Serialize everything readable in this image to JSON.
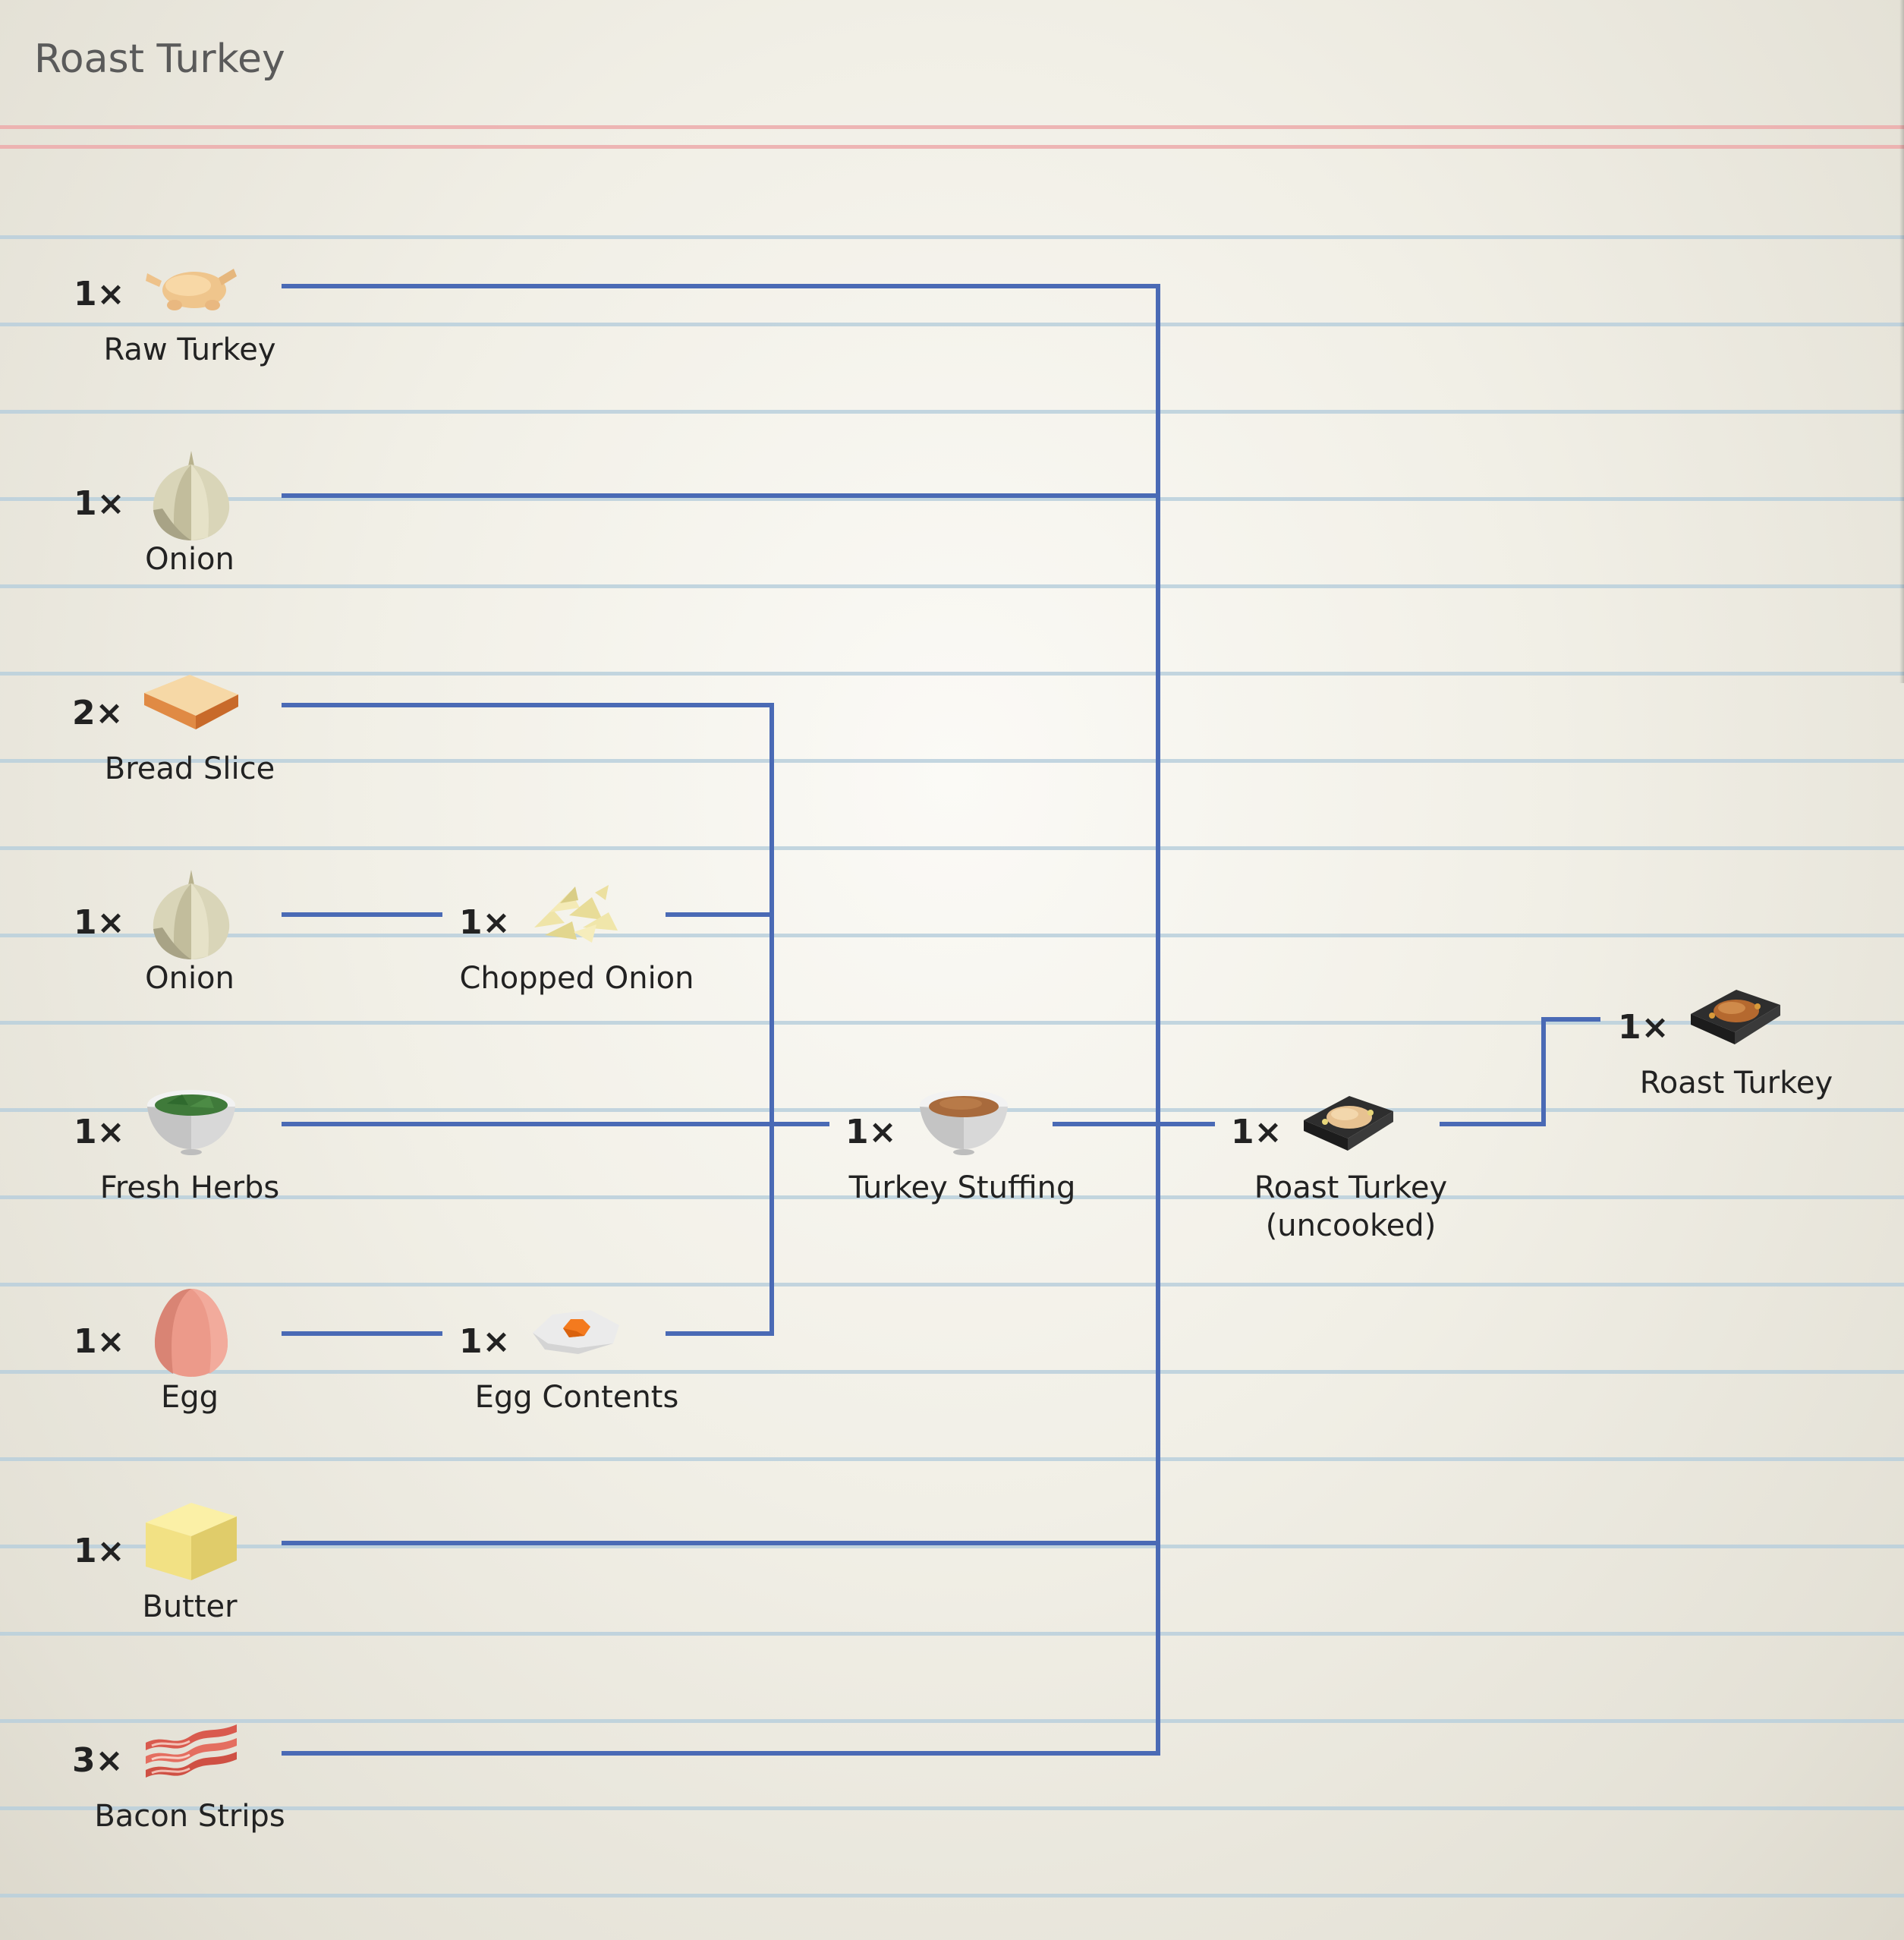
{
  "title": "Roast Turkey",
  "colors": {
    "connector": "#4a6ab5",
    "red_margin": "#ecaaaa",
    "ruled_line": "#b8cfdc"
  },
  "nodes": [
    {
      "id": "raw-turkey",
      "qty": "1×",
      "label": "Raw Turkey",
      "icon": "raw-turkey-icon"
    },
    {
      "id": "onion-1",
      "qty": "1×",
      "label": "Onion",
      "icon": "onion-icon"
    },
    {
      "id": "bread-slice",
      "qty": "2×",
      "label": "Bread Slice",
      "icon": "bread-slice-icon"
    },
    {
      "id": "onion-2",
      "qty": "1×",
      "label": "Onion",
      "icon": "onion-icon"
    },
    {
      "id": "fresh-herbs",
      "qty": "1×",
      "label": "Fresh Herbs",
      "icon": "herbs-bowl-icon"
    },
    {
      "id": "egg",
      "qty": "1×",
      "label": "Egg",
      "icon": "egg-icon"
    },
    {
      "id": "butter",
      "qty": "1×",
      "label": "Butter",
      "icon": "butter-icon"
    },
    {
      "id": "bacon-strips",
      "qty": "3×",
      "label": "Bacon Strips",
      "icon": "bacon-icon"
    },
    {
      "id": "chopped-onion",
      "qty": "1×",
      "label": "Chopped Onion",
      "icon": "chopped-onion-icon"
    },
    {
      "id": "egg-contents",
      "qty": "1×",
      "label": "Egg Contents",
      "icon": "egg-contents-icon"
    },
    {
      "id": "turkey-stuffing",
      "qty": "1×",
      "label": "Turkey Stuffing",
      "icon": "stuffing-bowl-icon"
    },
    {
      "id": "roast-turkey-uncooked",
      "qty": "1×",
      "label_line1": "Roast Turkey",
      "label_line2": "(uncooked)",
      "icon": "uncooked-turkey-tray-icon"
    },
    {
      "id": "roast-turkey",
      "qty": "1×",
      "label": "Roast Turkey",
      "icon": "roast-turkey-tray-icon"
    }
  ]
}
